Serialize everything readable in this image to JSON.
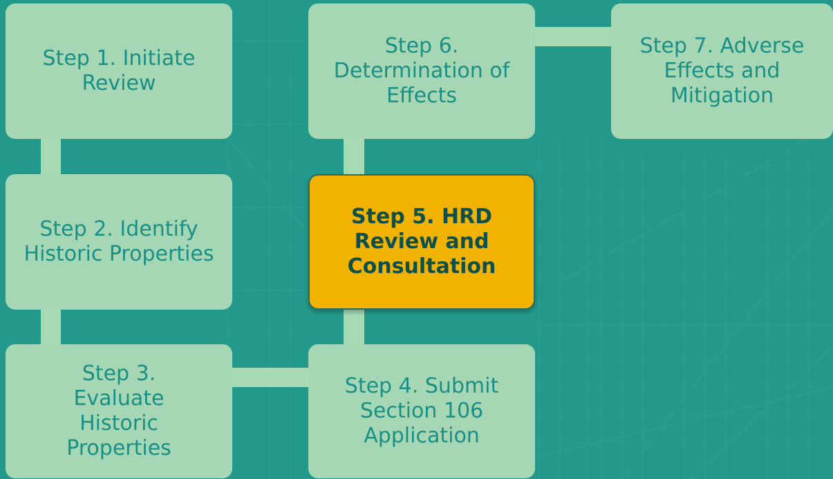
{
  "diagram": {
    "steps": [
      {
        "id": "step1",
        "label": "Step 1. Initiate Review"
      },
      {
        "id": "step2",
        "label": "Step 2. Identify Historic Properties"
      },
      {
        "id": "step3",
        "label": "Step 3. Evaluate Historic Properties"
      },
      {
        "id": "step4",
        "label": "Step 4. Submit Section 106 Application"
      },
      {
        "id": "step5",
        "label": "Step 5. HRD Review and Consultation"
      },
      {
        "id": "step6",
        "label": "Step 6. Determination of Effects"
      },
      {
        "id": "step7",
        "label": "Step 7. Adverse Effects and Mitigation"
      }
    ],
    "highlighted_step": "step5",
    "colors": {
      "background": "#22998a",
      "box": "#a5d7b4",
      "box_text": "#1a8f86",
      "highlight": "#f2b200",
      "highlight_text": "#0d4f4a"
    }
  }
}
